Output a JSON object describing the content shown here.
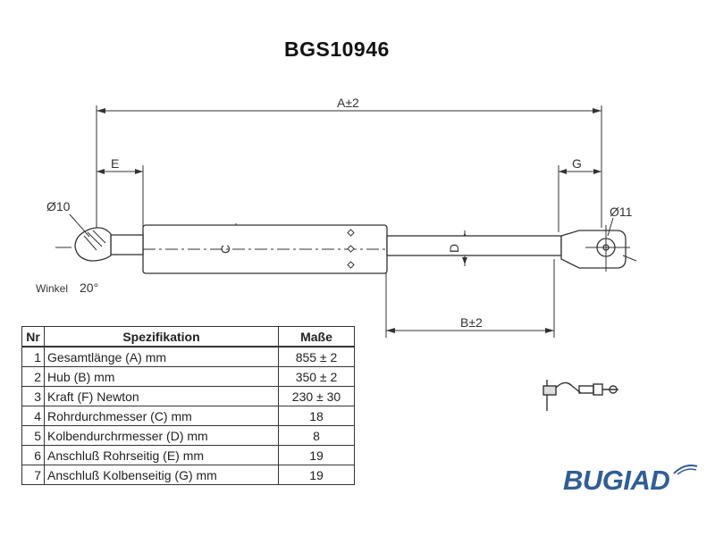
{
  "title": "BGS10946",
  "dimension_labels": {
    "a": "A±2",
    "b": "B±2",
    "c": "C",
    "d": "D",
    "e": "E",
    "g": "G",
    "diameter_left": "Ø10",
    "diameter_right": "Ø11",
    "winkel_label": "Winkel",
    "winkel_value": "20°"
  },
  "table": {
    "headers": [
      "Nr",
      "Spezifikation",
      "Maße"
    ],
    "rows": [
      {
        "nr": "1",
        "spec": "Gesamtlänge (A) mm",
        "value": "855 ± 2"
      },
      {
        "nr": "2",
        "spec": "Hub (B)  mm",
        "value": "350 ± 2"
      },
      {
        "nr": "3",
        "spec": "Kraft (F) Newton",
        "value": "230 ± 30"
      },
      {
        "nr": "4",
        "spec": "Rohrdurchmesser (C) mm",
        "value": "18"
      },
      {
        "nr": "5",
        "spec": "Kolbendurchrmesser (D) mm",
        "value": "8"
      },
      {
        "nr": "6",
        "spec": "Anschluß Rohrseitig (E) mm",
        "value": "19"
      },
      {
        "nr": "7",
        "spec": "Anschluß Kolbenseitig (G) mm",
        "value": "19"
      }
    ]
  },
  "logo": {
    "text": "BUGIAD",
    "color": "#2f5e98"
  }
}
